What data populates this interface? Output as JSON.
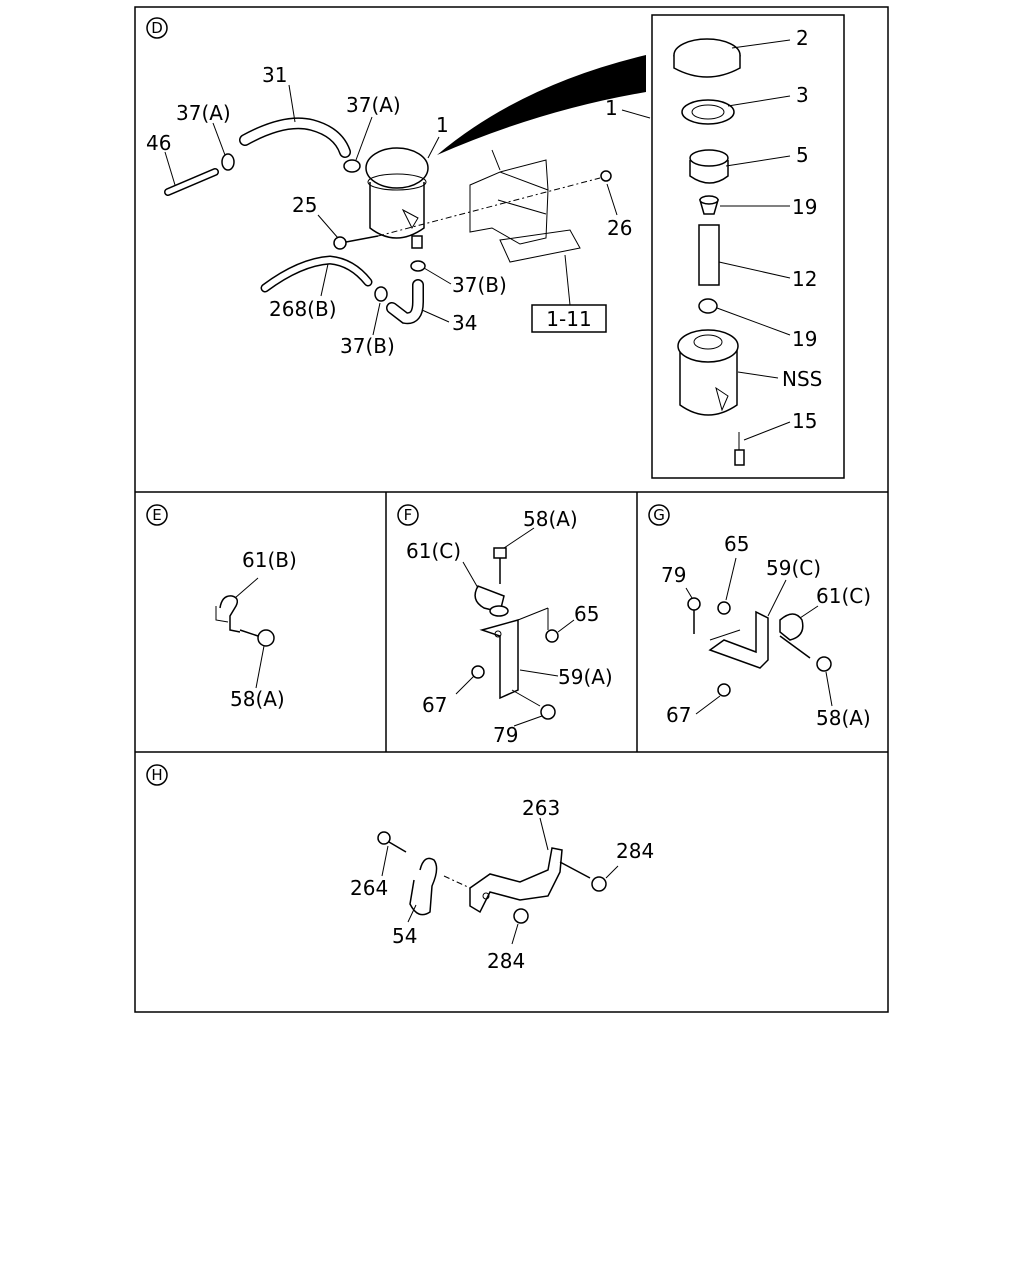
{
  "sections": {
    "D": {
      "letter": "D"
    },
    "E": {
      "letter": "E"
    },
    "F": {
      "letter": "F"
    },
    "G": {
      "letter": "G"
    },
    "H": {
      "letter": "H"
    }
  },
  "labels": {
    "d_31": "31",
    "d_37a_1": "37(A)",
    "d_37a_2": "37(A)",
    "d_46": "46",
    "d_1": "1",
    "d_25": "25",
    "d_26": "26",
    "d_37b_1": "37(B)",
    "d_268b": "268(B)",
    "d_37b_2": "37(B)",
    "d_34": "34",
    "d_ref": "1-11",
    "d_1b": "1",
    "d_2": "2",
    "d_3": "3",
    "d_5": "5",
    "d_19a": "19",
    "d_12": "12",
    "d_19b": "19",
    "d_nss": "NSS",
    "d_15": "15",
    "e_61b": "61(B)",
    "e_58a": "58(A)",
    "f_58a": "58(A)",
    "f_61c": "61(C)",
    "f_65": "65",
    "f_59a": "59(A)",
    "f_67": "67",
    "f_79": "79",
    "g_65": "65",
    "g_79": "79",
    "g_59c": "59(C)",
    "g_61c": "61(C)",
    "g_67": "67",
    "g_58a": "58(A)",
    "h_263": "263",
    "h_284a": "284",
    "h_264": "264",
    "h_54": "54",
    "h_284b": "284"
  }
}
